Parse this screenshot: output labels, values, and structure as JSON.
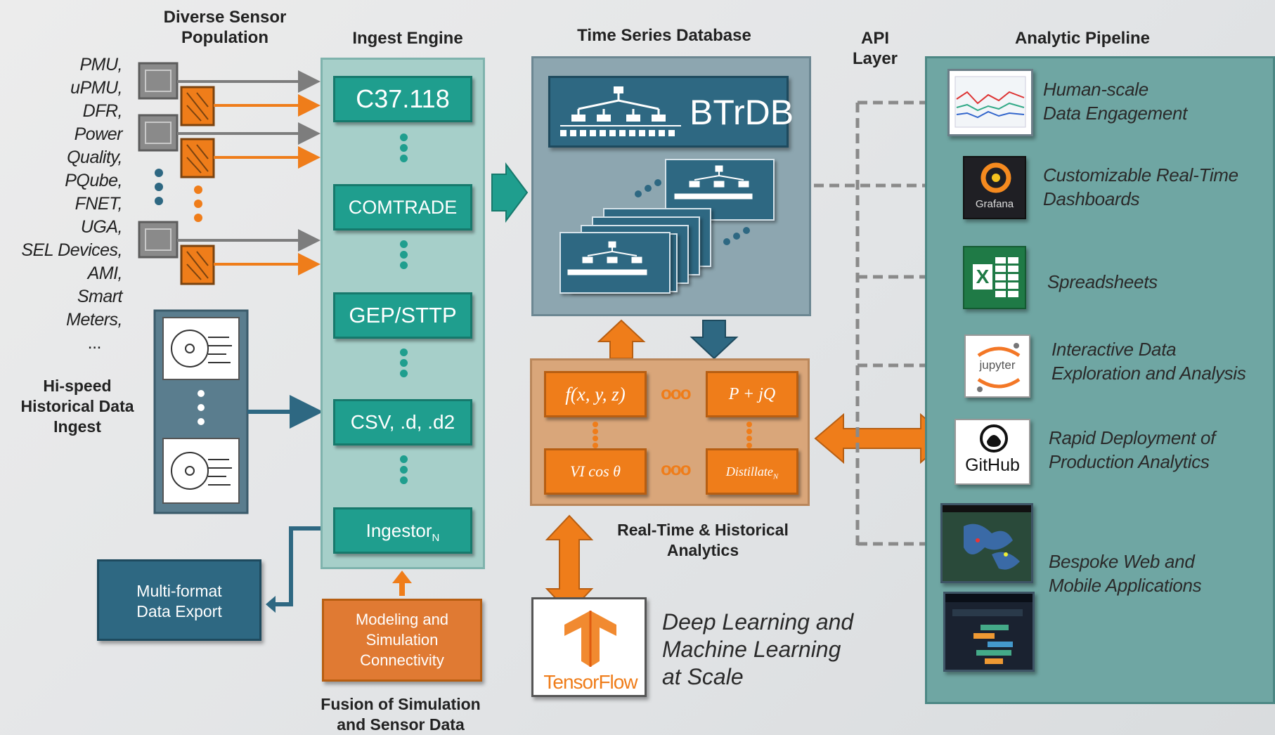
{
  "headers": {
    "sensor_population": "Diverse Sensor\nPopulation",
    "ingest_engine": "Ingest Engine",
    "tsdb": "Time Series Database",
    "api_layer": "API\nLayer",
    "analytic_pipeline": "Analytic Pipeline"
  },
  "sensors": [
    "PMU,",
    "uPMU,",
    "DFR,",
    "Power",
    "Quality,",
    "PQube,",
    "FNET,",
    "UGA,",
    "SEL Devices,",
    "AMI,",
    "Smart",
    "Meters,",
    "..."
  ],
  "historical_ingest": "Hi-speed\nHistorical Data\nIngest",
  "ingestors": [
    "C37.118",
    "COMTRADE",
    "GEP/STTP",
    "CSV, .d, .d2",
    "Ingestor"
  ],
  "ingestor_subscript": "N",
  "btrdb_label": "BTrDB",
  "analytics": {
    "fn_xyz": "f(x, y, z)",
    "p_jq": "P + jQ",
    "vi_cos": "VI cos θ",
    "distillate": "Distillate",
    "distillate_sub": "N",
    "ellipsis": "ooo",
    "caption": "Real-Time & Historical\nAnalytics"
  },
  "export_box": "Multi-format\nData Export",
  "modeling_box": "Modeling and\nSimulation\nConnectivity",
  "fusion_caption": "Fusion of Simulation\nand Sensor Data",
  "deep_learning": "Deep Learning and\nMachine Learning\nat Scale",
  "tensorflow_label": "TensorFlow",
  "grafana_label": "Grafana",
  "excel_label": "X",
  "jupyter_label": "jupyter",
  "github_label": "GitHub",
  "apps": [
    "Human-scale\nData Engagement",
    "Customizable Real-Time\nDashboards",
    "Spreadsheets",
    "Interactive Data\nExploration and Analysis",
    "Rapid Deployment of\nProduction Analytics",
    "Bespoke Web and\nMobile Applications"
  ],
  "colors": {
    "teal": "#1f9e8e",
    "panel_teal": "#a6cfc9",
    "navy": "#2e6882",
    "orange": "#ef7d1a",
    "tan": "#d9a67a"
  }
}
